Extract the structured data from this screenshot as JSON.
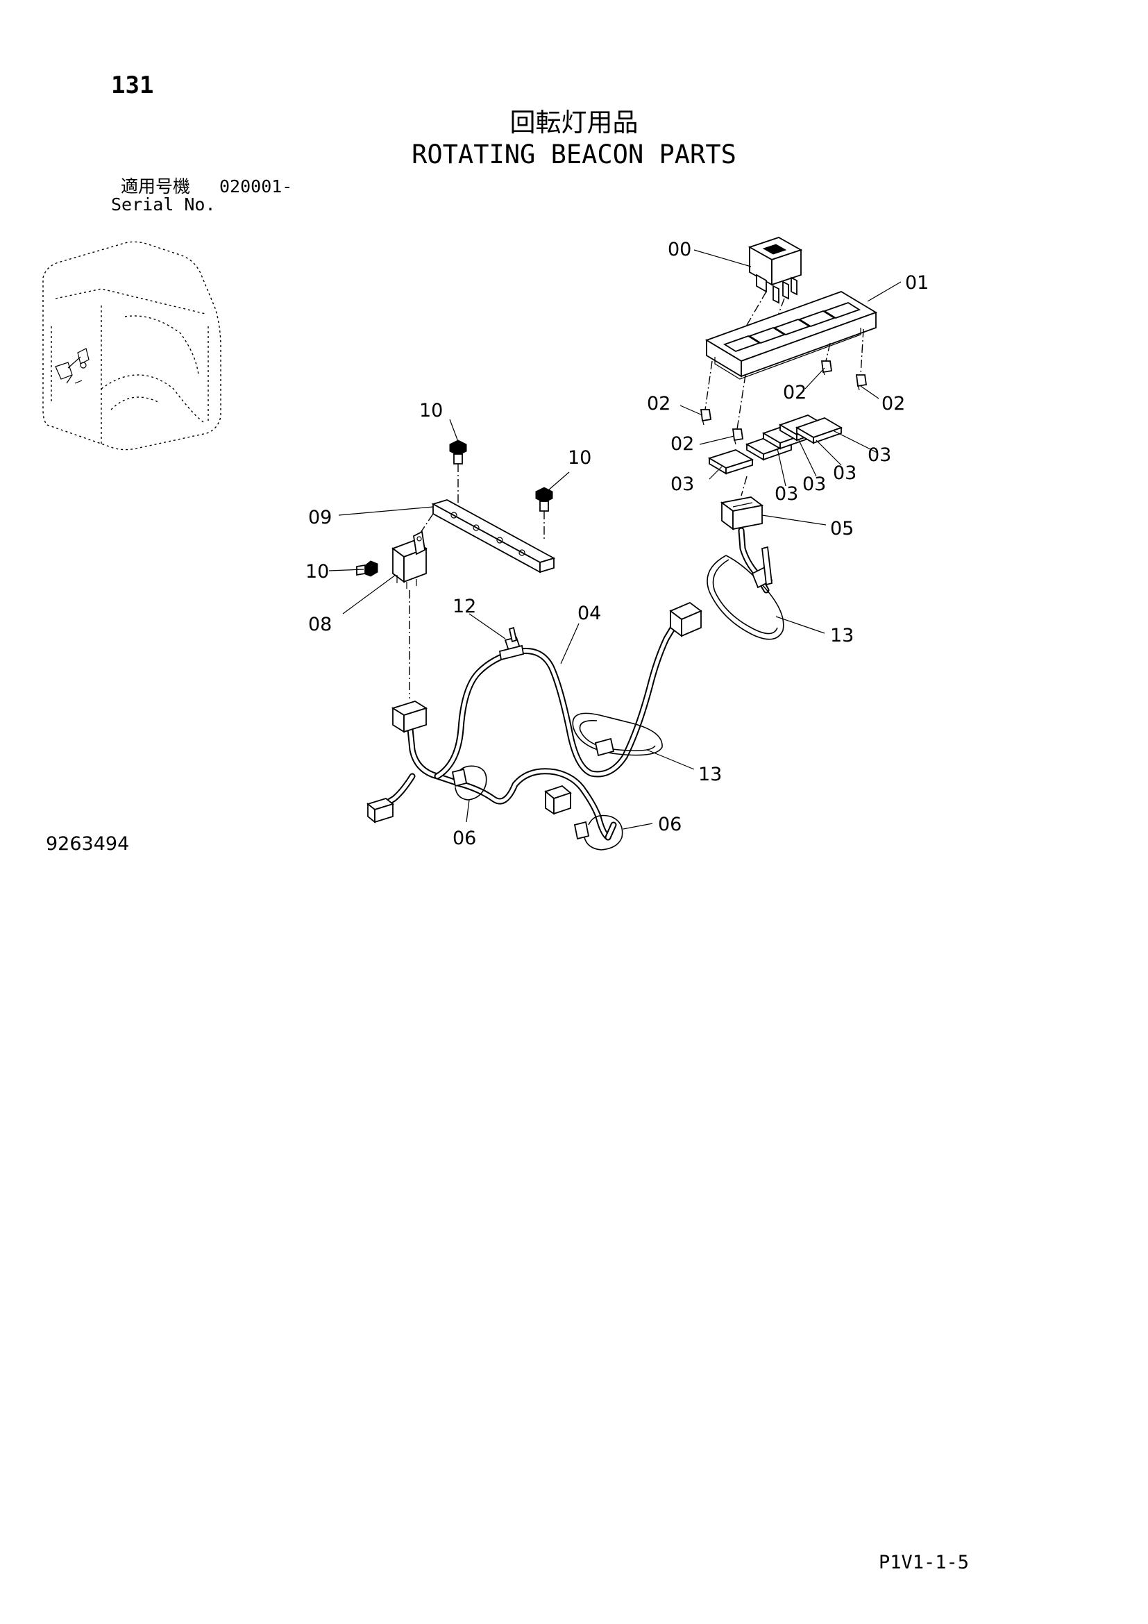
{
  "header": {
    "page_number": "131",
    "title_jp": "回転灯用品",
    "title_en": "ROTATING BEACON PARTS",
    "serial_label_jp": "適用号機",
    "serial_value": "020001-",
    "serial_label_en": "Serial No."
  },
  "footer": {
    "drawing_number": "9263494",
    "page_code": "P1V1-1-5"
  },
  "callouts": {
    "c00": "00",
    "c01": "01",
    "c02": "02",
    "c03": "03",
    "c04": "04",
    "c05": "05",
    "c06": "06",
    "c08": "08",
    "c09": "09",
    "c10": "10",
    "c12": "12",
    "c13": "13"
  }
}
